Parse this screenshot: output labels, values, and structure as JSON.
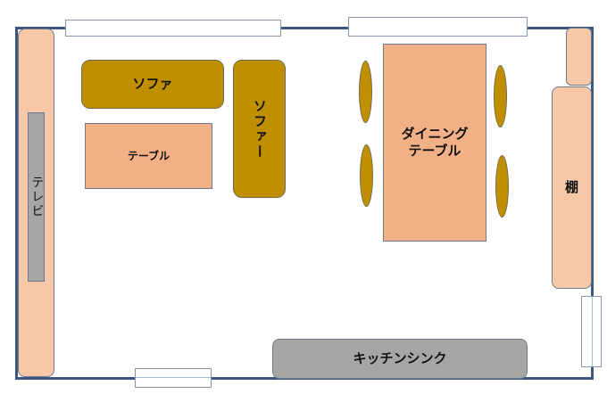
{
  "floor_plan": {
    "colors": {
      "wall": "#3b5683",
      "window_border": "#8896a8",
      "cabinet_peach": "#f6c8a8",
      "table_salmon": "#f1b085",
      "sofa_mustard": "#c08f00",
      "appliance_gray": "#a8a6a4"
    },
    "furniture": {
      "sofa_horizontal": {
        "label": "ソファ"
      },
      "sofa_vertical": {
        "label": "ソファー"
      },
      "coffee_table": {
        "label": "テーブル"
      },
      "tv": {
        "label": "テレビ"
      },
      "dining_table": {
        "label_line1": "ダイニング",
        "label_line2": "テーブル"
      },
      "shelf": {
        "label": "棚"
      },
      "kitchen_sink": {
        "label": "キッチンシンク"
      }
    }
  }
}
